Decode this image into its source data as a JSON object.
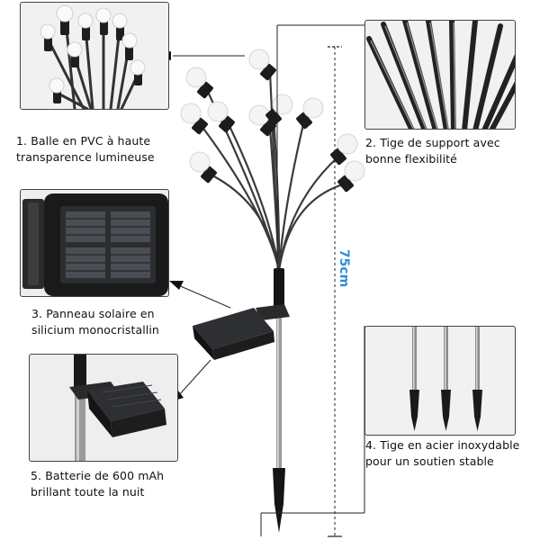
{
  "captions": {
    "pvc_ball": [
      "1. Balle en PVC à haute",
      "transparence lumineuse"
    ],
    "support_stem": [
      "2. Tige de support avec",
      "bonne flexibilité"
    ],
    "solar_panel": [
      "3. Panneau solaire en",
      "silicium monocristallin"
    ],
    "steel_stake": [
      "4. Tige en acier inoxydable",
      "pour un soutien stable"
    ],
    "battery": [
      "5. Batterie de 600 mAh",
      "brillant toute la nuit"
    ]
  },
  "dimension": {
    "height_label": "75cm"
  },
  "colors": {
    "dimension": "#2b8fd6",
    "stem": "#3a3a3a",
    "bulb": "#f4f4f4",
    "panel": "#222222"
  }
}
